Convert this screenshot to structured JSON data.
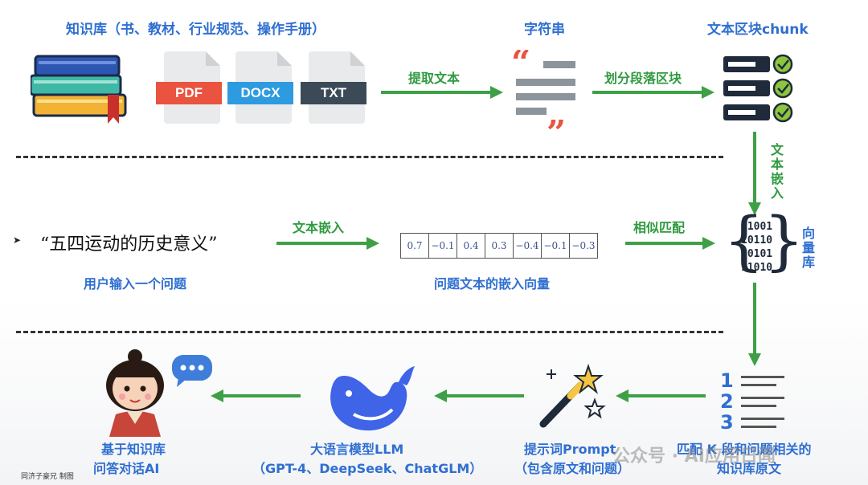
{
  "titles": {
    "knowledge_base": "知识库（书、教材、行业规范、操作手册）",
    "string": "字符串",
    "chunk": "文本区块chunk"
  },
  "files": [
    {
      "label": "PDF",
      "color": "#e9533f"
    },
    {
      "label": "DOCX",
      "color": "#2e9be0"
    },
    {
      "label": "TXT",
      "color": "#3c4a57"
    }
  ],
  "arrows": {
    "extract": "提取文本",
    "split": "划分段落区块",
    "embed_vertical": "文本嵌入",
    "embed_query": "文本嵌入",
    "similarity": "相似匹配"
  },
  "query": {
    "text": "“五四运动的历史意义”",
    "caption": "用户输入一个问题"
  },
  "vector": {
    "values": [
      "0.7",
      "−0.1",
      "0.4",
      "0.3",
      "−0.4",
      "−0.1",
      "−0.3"
    ],
    "caption": "问题文本的嵌入向量"
  },
  "vector_db": {
    "bits": [
      "11001",
      "10110",
      "10101",
      "11010"
    ],
    "label": "向量库"
  },
  "list_numbers": [
    "1",
    "2",
    "3"
  ],
  "bottom": {
    "retrieval_line1": "匹配 K 段和问题相关的",
    "retrieval_line2": "知识库原文",
    "prompt_line1": "提示词Prompt",
    "prompt_line2": "（包含原文和问题）",
    "llm_line1": "大语言模型LLM",
    "llm_line2": "（GPT-4、DeepSeek、ChatGLM）",
    "qa_line1": "基于知识库",
    "qa_line2": "问答对话AI"
  },
  "credit": "同济子豪兄 制图",
  "watermark": "公众号 · AI应用日闻",
  "colors": {
    "blue": "#2f6fd1",
    "green": "#3ea046",
    "dark": "#1f2a3a",
    "check": "#8cc63f"
  }
}
